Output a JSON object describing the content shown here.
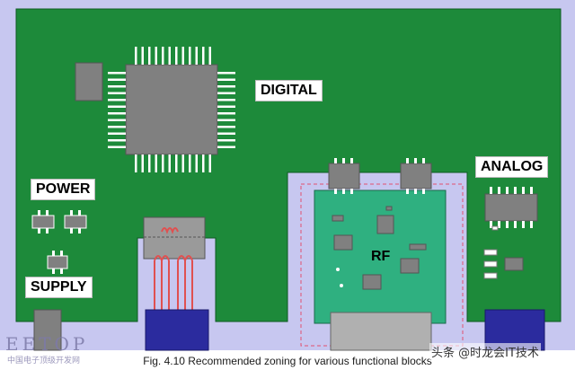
{
  "labels": {
    "digital": "DIGITAL",
    "analog": "ANALOG",
    "power": "POWER",
    "supply": "SUPPLY",
    "rf": "RF"
  },
  "caption": "Fig. 4.10 Recommended zoning for various functional blocks",
  "watermark": {
    "logo": "EETOP",
    "logo_subtitle": "中国电子顶级开发网",
    "right": "头条 @时龙会IT技术"
  },
  "colors": {
    "board_border": "#c7c7f0",
    "pcb_green": "#1d8a3a",
    "rf_module": "#2fb080",
    "component_gray": "#808080",
    "connector_blue": "#2b2b9e",
    "keepout_dashes": "#e05070",
    "trace_red": "#e05050"
  }
}
